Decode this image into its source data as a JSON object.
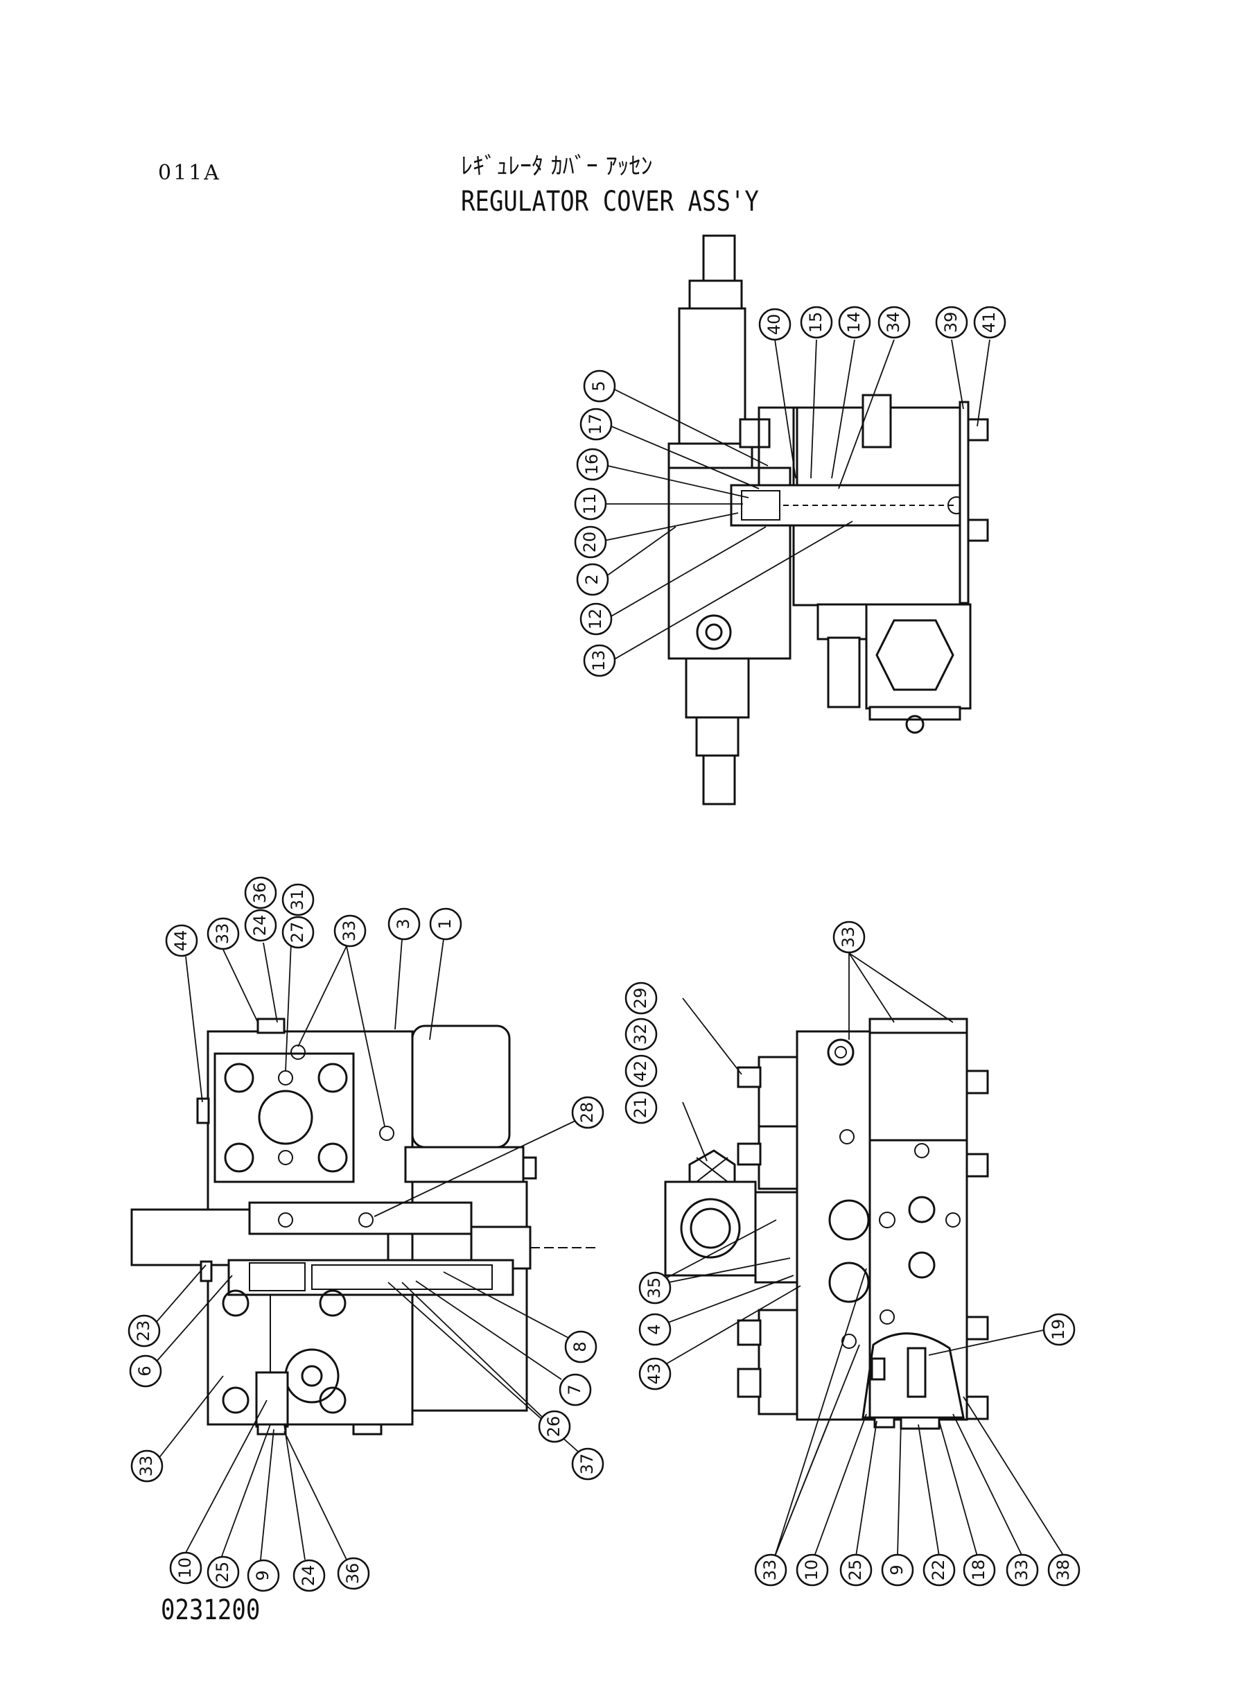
{
  "header": {
    "page_code": "011A",
    "title_jp": "ﾚｷﾞｭﾚｰﾀ ｶﾊﾞｰ ｱｯｾﾝ",
    "title_en": "REGULATOR COVER ASS'Y"
  },
  "footer": {
    "drawing_number": "0231200"
  },
  "views": {
    "top_view": {
      "callouts": [
        "5",
        "17",
        "16",
        "11",
        "20",
        "2",
        "12",
        "13",
        "40",
        "15",
        "14",
        "34",
        "39",
        "41"
      ]
    },
    "left_view": {
      "callouts": [
        "44",
        "33",
        "24",
        "36",
        "27",
        "31",
        "33",
        "3",
        "1",
        "28",
        "23",
        "6",
        "33",
        "10",
        "25",
        "9",
        "24",
        "36",
        "37",
        "26",
        "7",
        "8"
      ]
    },
    "right_view": {
      "callouts": [
        "33",
        "29",
        "32",
        "42",
        "21",
        "35",
        "4",
        "43",
        "19",
        "33",
        "10",
        "25",
        "9",
        "22",
        "18",
        "33",
        "38"
      ]
    }
  }
}
